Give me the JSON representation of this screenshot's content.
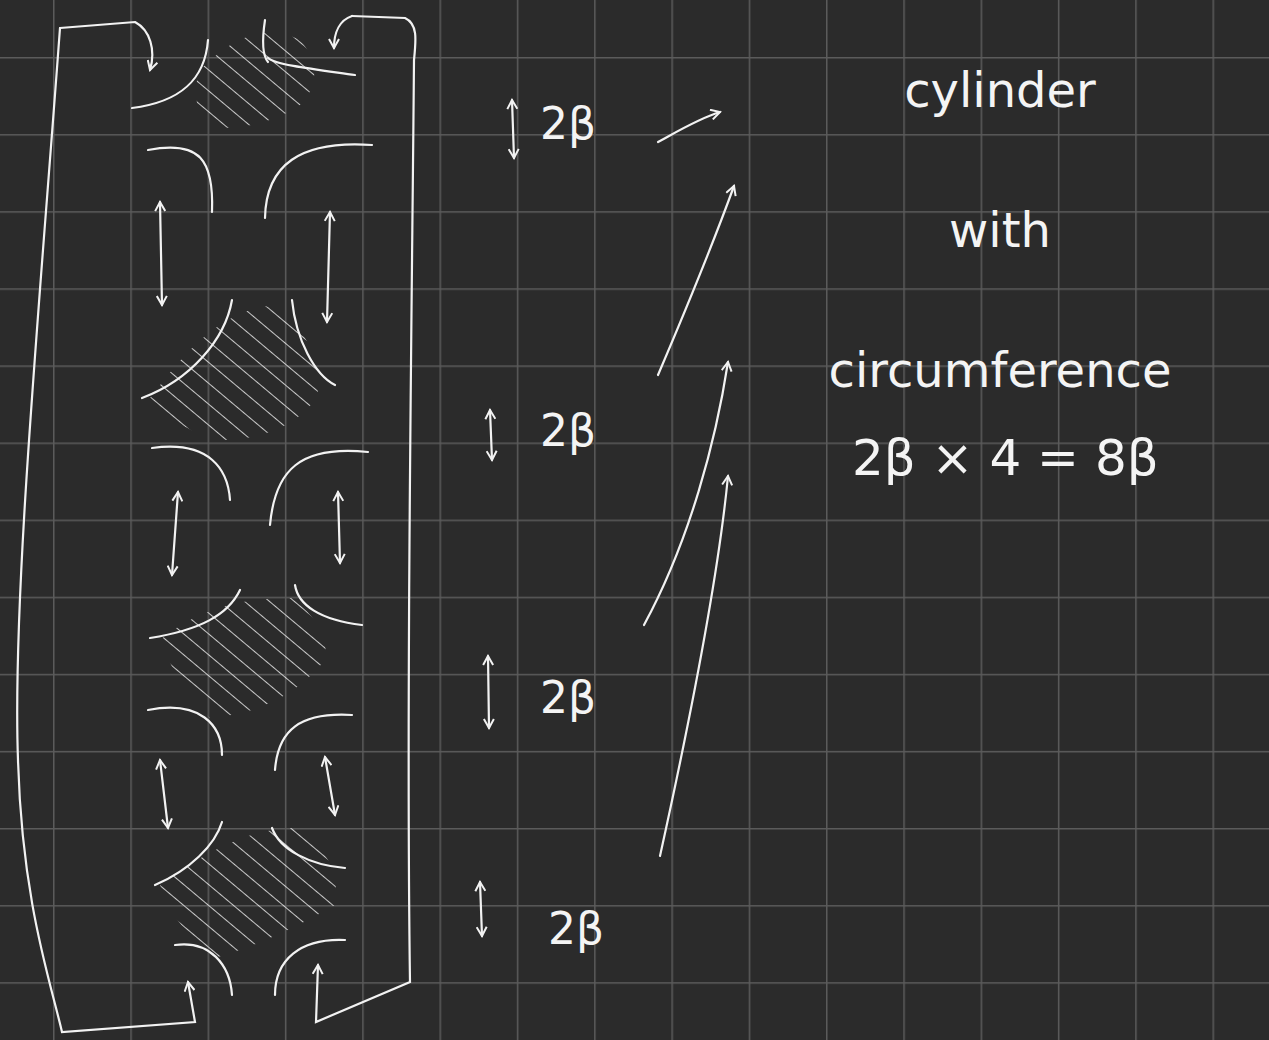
{
  "diagram": {
    "labels": [
      "cylinder with circumference",
      "2β × 4 = 8β",
      "2β",
      "2β",
      "2β",
      "2β"
    ]
  }
}
